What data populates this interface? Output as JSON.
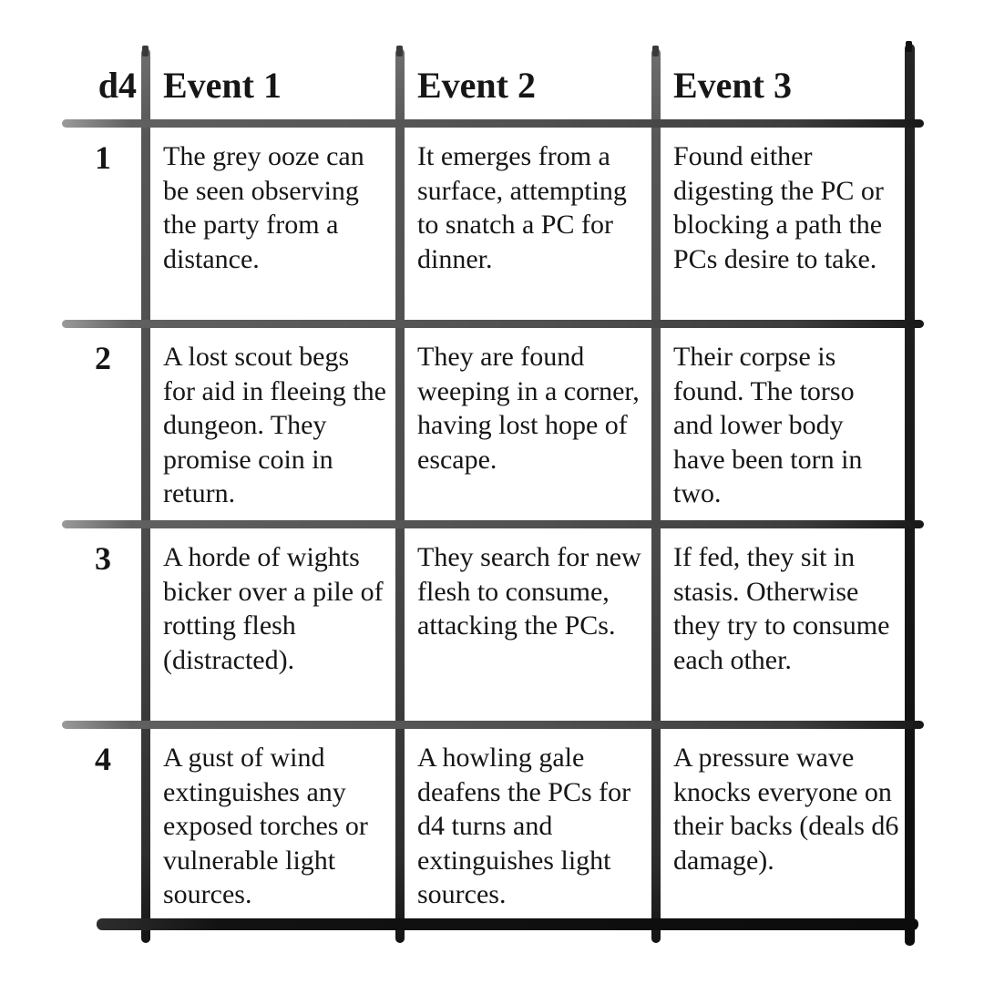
{
  "table": {
    "header": {
      "die": "d4",
      "events": [
        "Event 1",
        "Event 2",
        "Event 3"
      ]
    },
    "rows": [
      {
        "roll": "1",
        "events": [
          "The grey ooze can be seen observing the party from a distance.",
          "It emerges from a surface, attempting to snatch a PC for dinner.",
          "Found either digesting the PC or blocking a path the PCs desire to take."
        ]
      },
      {
        "roll": "2",
        "events": [
          "A lost scout begs for aid in fleeing the dungeon. They promise coin in return.",
          "They are found weeping in a corner, having lost hope of escape.",
          "Their corpse is found. The torso and lower body have been torn in two."
        ]
      },
      {
        "roll": "3",
        "events": [
          "A horde of wights bicker over a pile of rotting flesh (distracted).",
          "They search for new flesh to consume, attacking the PCs.",
          "If fed, they sit in stasis. Otherwise they try to consume each other."
        ]
      },
      {
        "roll": "4",
        "events": [
          "A gust of wind extinguishes any exposed torches or vulnerable light sources.",
          "A howling gale deafens the PCs for d4 turns and extinguishes light sources.",
          "A pressure wave knocks everyone on their backs (deals d6 damage)."
        ]
      }
    ]
  },
  "colors": {
    "background": "#ffffff",
    "text": "#161616",
    "grid_line": "#4a4a4a",
    "grid_line_dark": "#0d0d0d"
  }
}
